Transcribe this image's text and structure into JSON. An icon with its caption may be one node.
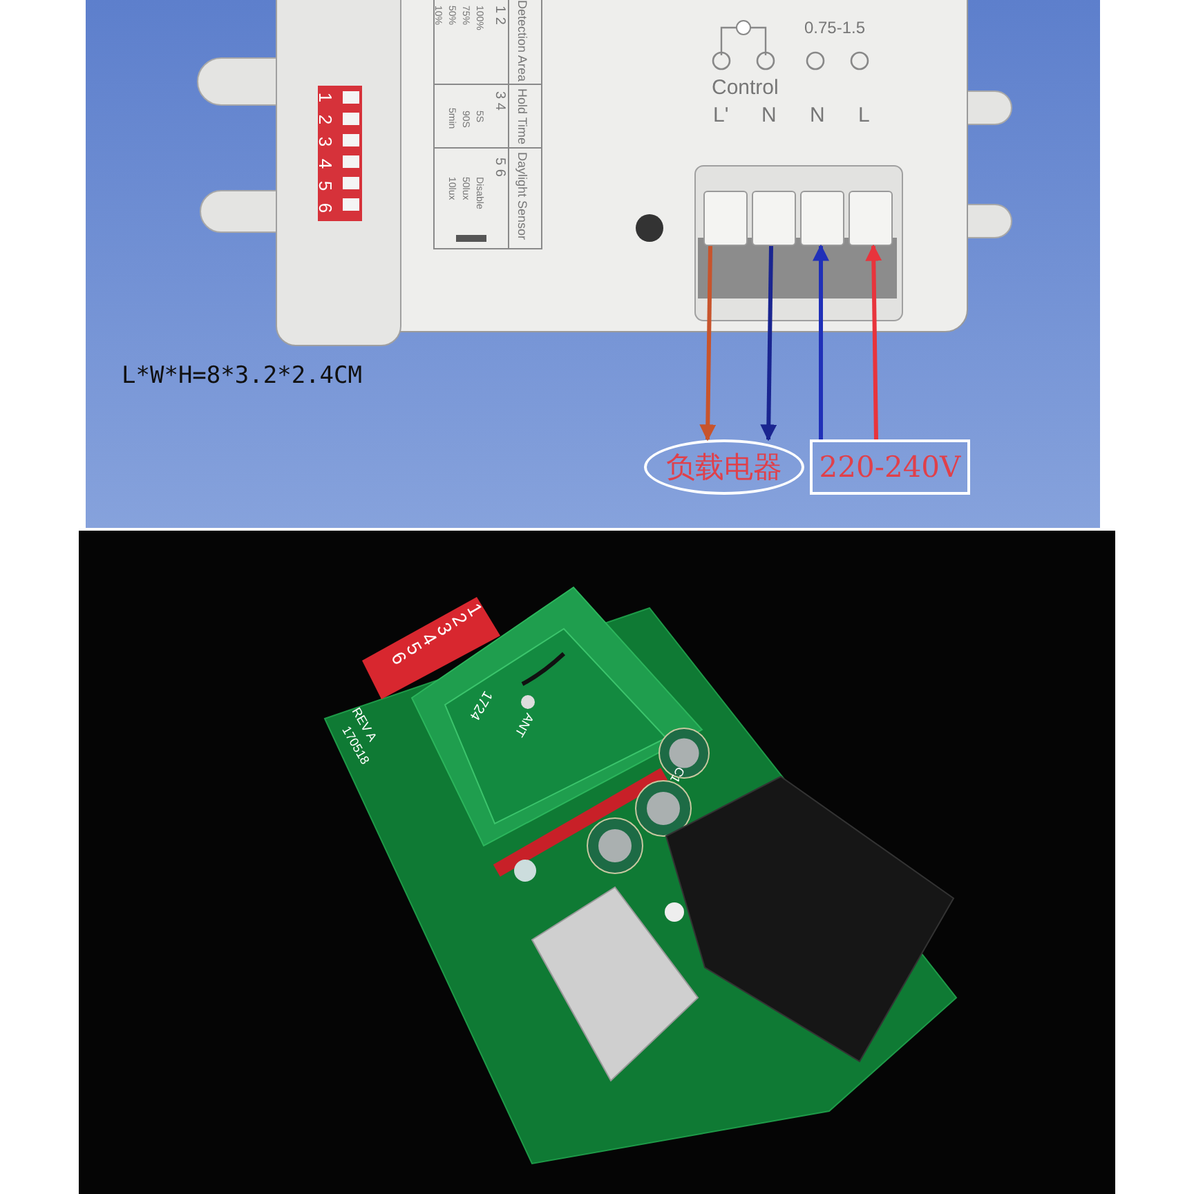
{
  "diagram": {
    "nodes": [
      {
        "text": [],
        "shape": "box"
      },
      {
        "text": [],
        "shape": "box"
      },
      {
        "text": [],
        "shape": "box"
      },
      {
        "text": [],
        "shape": "box"
      },
      {
        "text": [
          "负载电器"
        ]
      },
      {
        "text": [
          "220-240V"
        ]
      }
    ],
    "edges": [
      {
        "from": 0,
        "to": 4,
        "arrow": "to",
        "color": "#c8542c"
      },
      {
        "from": 1,
        "to": 4,
        "arrow": "to",
        "color": "#1a2590"
      },
      {
        "from": 5,
        "to": 2,
        "arrow": "to",
        "color": "#2030b8"
      },
      {
        "from": 5,
        "to": 3,
        "arrow": "to",
        "color": "#e8343c"
      }
    ],
    "labels": [
      "Detection Area",
      "1 2",
      "100%",
      "75%",
      "50%",
      "10%",
      "Hold Time",
      "3 4",
      "5S",
      "90S",
      "5min",
      "Daylight Sensor",
      "5 6",
      "Disable",
      "50lux",
      "10lux",
      "1",
      "2",
      "3",
      "4",
      "5",
      "6",
      "0.75-1.5",
      "Control",
      "L'",
      "N",
      "N",
      "L",
      "L*W*H=8*3.2*2.4CM",
      "1",
      "2",
      "3",
      "4",
      "5",
      "6",
      "ANT",
      "1724",
      "REV A",
      "170518",
      "C1"
    ]
  }
}
